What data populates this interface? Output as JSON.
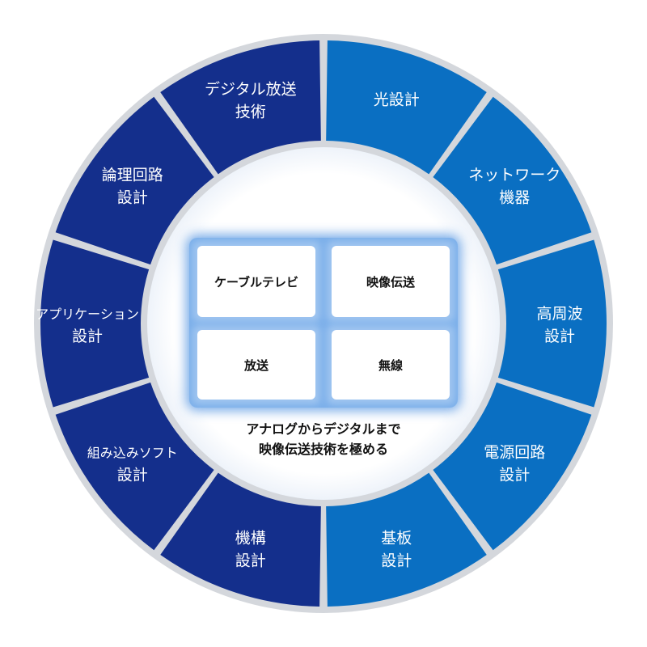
{
  "segments": [
    {
      "line1": "光設計",
      "line2": ""
    },
    {
      "line1": "ネットワーク",
      "line2": "機器"
    },
    {
      "line1": "高周波",
      "line2": "設計"
    },
    {
      "line1": "電源回路",
      "line2": "設計"
    },
    {
      "line1": "基板",
      "line2": "設計"
    },
    {
      "line1": "機構",
      "line2": "設計"
    },
    {
      "line1": "組み込みソフト",
      "line2": "設計"
    },
    {
      "line1": "アプリケーション",
      "line2": "設計"
    },
    {
      "line1": "論理回路",
      "line2": "設計"
    },
    {
      "line1": "デジタル放送",
      "line2": "技術"
    }
  ],
  "center": {
    "tiles": [
      "ケーブルテレビ",
      "映像伝送",
      "放送",
      "無線"
    ],
    "tagline_line1": "アナログからデジタルまで",
    "tagline_line2": "映像伝送技術を極める"
  },
  "colors": {
    "right_half": "#0a6fc2",
    "left_half": "#142f8c",
    "separator": "#d4d7dc",
    "glow": "#4d8fe0"
  }
}
